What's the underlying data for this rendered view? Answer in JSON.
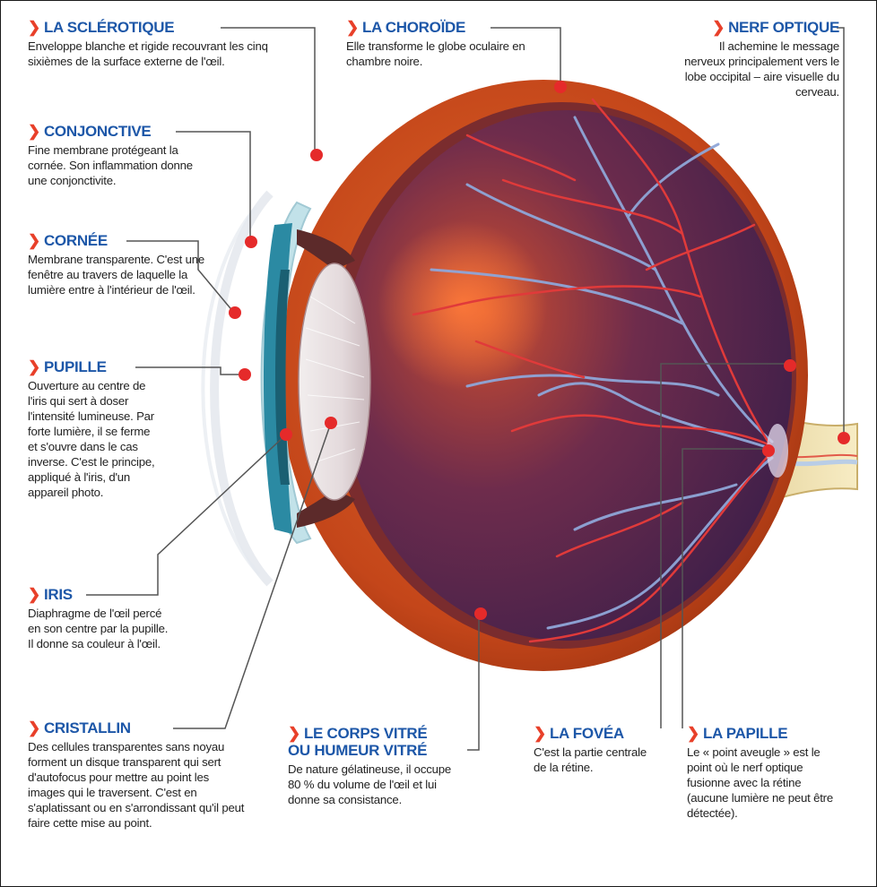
{
  "labels": {
    "sclerotique": {
      "title": "LA SCLÉROTIQUE",
      "desc": "Enveloppe blanche et rigide recouvrant les cinq sixièmes de la surface externe de l'œil."
    },
    "choroide": {
      "title": "LA CHOROÏDE",
      "desc": "Elle transforme le globe oculaire en chambre noire."
    },
    "nerf": {
      "title": "NERF OPTIQUE",
      "desc": "Il achemine le message nerveux principalement vers le lobe occipital – aire visuelle du cerveau."
    },
    "conjonctive": {
      "title": "CONJONCTIVE",
      "desc": "Fine membrane protégeant la cornée. Son inflammation donne une conjonctivite."
    },
    "cornee": {
      "title": "CORNÉE",
      "desc": "Membrane transparente. C'est une fenêtre au travers de laquelle la lumière entre à l'intérieur de l'œil."
    },
    "pupille": {
      "title": "PUPILLE",
      "desc": "Ouverture au centre de l'iris qui sert à doser l'intensité lumineuse. Par forte lumière, il se ferme et s'ouvre dans le cas inverse. C'est le principe, appliqué à l'iris, d'un appareil photo."
    },
    "iris": {
      "title": "IRIS",
      "desc": "Diaphragme de l'œil percé en son centre par la pupille. Il donne sa couleur à l'œil."
    },
    "cristallin": {
      "title": "CRISTALLIN",
      "desc": "Des cellules transparentes sans noyau forment un disque transparent qui sert d'autofocus pour mettre au point les images qui le traversent. C'est en s'aplatissant ou en s'arrondissant qu'il peut faire cette mise au point."
    },
    "corps": {
      "title_line1": "LE CORPS VITRÉ",
      "title_line2": "OU HUMEUR VITRÉ",
      "desc": "De nature gélatineuse, il occupe 80 % du volume de l'œil et lui donne sa consistance."
    },
    "fovea": {
      "title": "LA FOVÉA",
      "desc": "C'est la partie centrale de la rétine."
    },
    "papille": {
      "title": "LA PAPILLE",
      "desc": "Le « point aveugle » est le point où le nerf optique fusionne avec la rétine (aucune lumière ne peut être détectée)."
    }
  },
  "colors": {
    "title_blue": "#1d57a8",
    "arrow_red": "#e8402a",
    "marker_red": "#e52a2a",
    "sclera_orange": "#c8501e",
    "vitreous_purple": "#5a2a55",
    "leader_gray": "#555555"
  },
  "icons": {
    "title_marker": "right-chevron-icon"
  }
}
